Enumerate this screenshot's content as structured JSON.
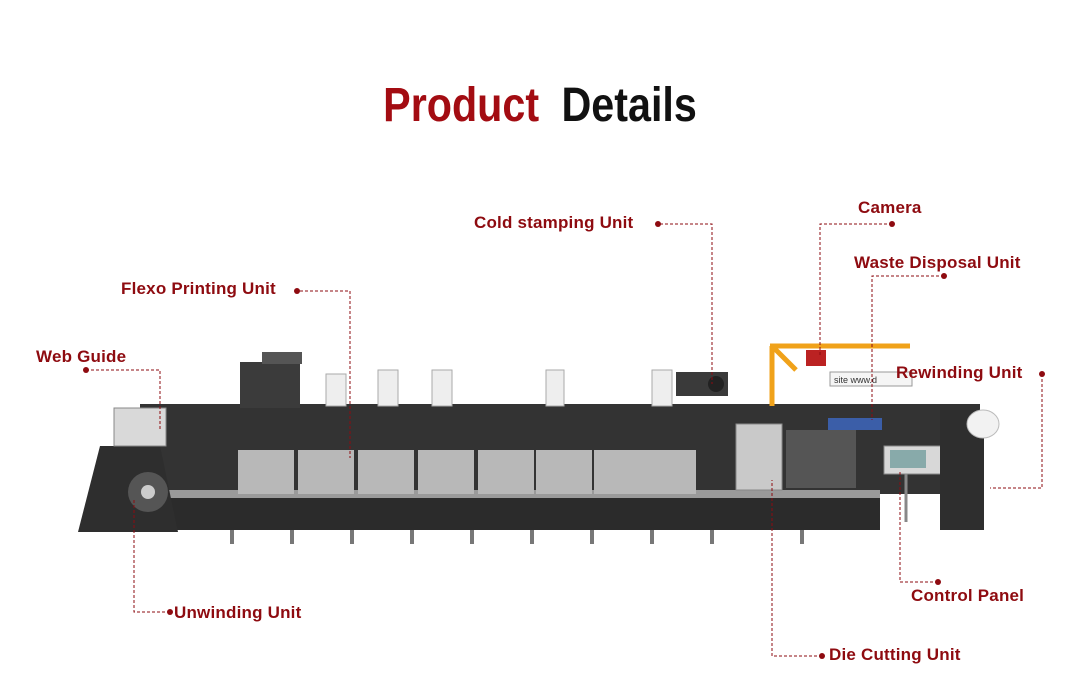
{
  "title": {
    "word1": "Product",
    "word2": "Details"
  },
  "colors": {
    "accent_red": "#a30c12",
    "label_red": "#8e0b10",
    "title_dark": "#111111",
    "frame_dark": "#2b2b2b",
    "unit_grey": "#b8b8b8",
    "crane_orange": "#f0a21a"
  },
  "labels": {
    "cold_stamping": "Cold stamping Unit",
    "camera": "Camera",
    "waste_disposal": "Waste Disposal Unit",
    "flexo_printing": "Flexo Printing Unit",
    "web_guide": "Web Guide",
    "rewinding": "Rewinding Unit",
    "unwinding": "Unwinding Unit",
    "control_panel": "Control Panel",
    "die_cutting": "Die Cutting Unit"
  },
  "machine": {
    "sign_text": "site   www.d"
  }
}
